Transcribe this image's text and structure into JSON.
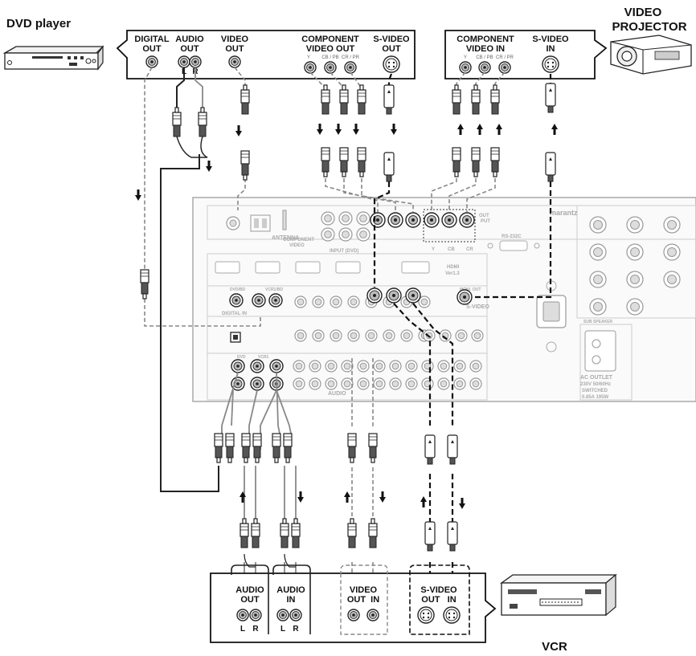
{
  "devices": {
    "dvd_player": "DVD player",
    "video_projector": [
      "VIDEO",
      "PROJECTOR"
    ],
    "vcr": "VCR"
  },
  "dvd_panel": {
    "digital_out": [
      "DIGITAL",
      "OUT"
    ],
    "audio_out": [
      "AUDIO",
      "OUT"
    ],
    "audio_lr": [
      "L",
      "R"
    ],
    "video_out": [
      "VIDEO",
      "OUT"
    ],
    "component_video_out": [
      "COMPONENT",
      "VIDEO OUT"
    ],
    "component_sub": [
      "Y",
      "CB / PB",
      "CR / PR"
    ],
    "svideo_out": [
      "S-VIDEO",
      "OUT"
    ]
  },
  "projector_panel": {
    "component_video_in": [
      "COMPONENT",
      "VIDEO IN"
    ],
    "component_sub": [
      "Y",
      "CB / PB",
      "CR / PR"
    ],
    "svideo_in": [
      "S-VIDEO",
      "IN"
    ]
  },
  "vcr_panel": {
    "audio_out": [
      "AUDIO",
      "OUT"
    ],
    "audio_in": [
      "AUDIO",
      "IN"
    ],
    "audio_lr_out": [
      "L",
      "R"
    ],
    "audio_lr_in": [
      "L",
      "R"
    ],
    "video": [
      "VIDEO",
      "OUT  IN"
    ],
    "svideo": [
      "S-VIDEO",
      "OUT   IN"
    ]
  },
  "receiver": {
    "brand": "marantz",
    "antenna": "ANTENNA",
    "component_video": [
      "COMPONENT",
      "VIDEO"
    ],
    "input_dvd": "INPUT (DVD)",
    "rs232c": "RS-232C",
    "hdmi": [
      "HDMI",
      "Ver1.3"
    ],
    "digital_in": "DIGITAL IN",
    "dvd": "DVD",
    "vcr1": "VCR1",
    "vcr1_bd": "VCR1/BD",
    "dvd_bd": "DVD/BD",
    "in": "IN",
    "out": "OUT",
    "monitor_out": "MONI. OUT",
    "svideo": "S-VIDEO",
    "audio": "AUDIO",
    "out_put": [
      "OUT",
      "PUT"
    ],
    "cb": "CB",
    "cr": "CR",
    "y": "Y",
    "ac_outlet": [
      "AC OUTLET",
      "230V 50/60Hz",
      "SWITCHED",
      "0.85A 195W"
    ],
    "speaker": "SUB SPEAKER"
  }
}
